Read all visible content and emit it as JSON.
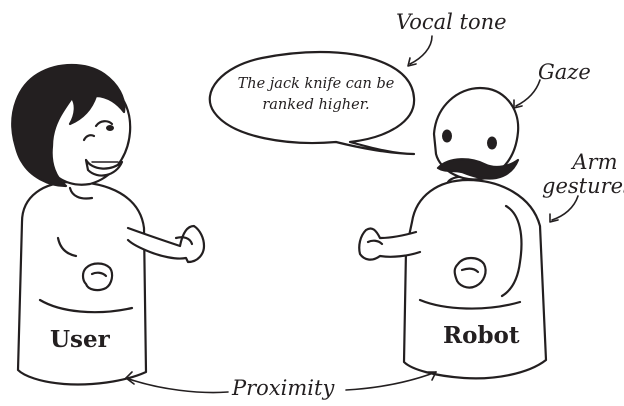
{
  "speech_bubble": {
    "line1": "The jack knife can be",
    "line2": "ranked higher."
  },
  "labels": {
    "vocal_tone": "Vocal tone",
    "gaze": "Gaze",
    "arm_gestures_line1": "Arm",
    "arm_gestures_line2": "gestures",
    "user": "User",
    "robot": "Robot",
    "proximity": "Proximity"
  },
  "colors": {
    "ink": "#231f20",
    "fill": "#ffffff"
  }
}
